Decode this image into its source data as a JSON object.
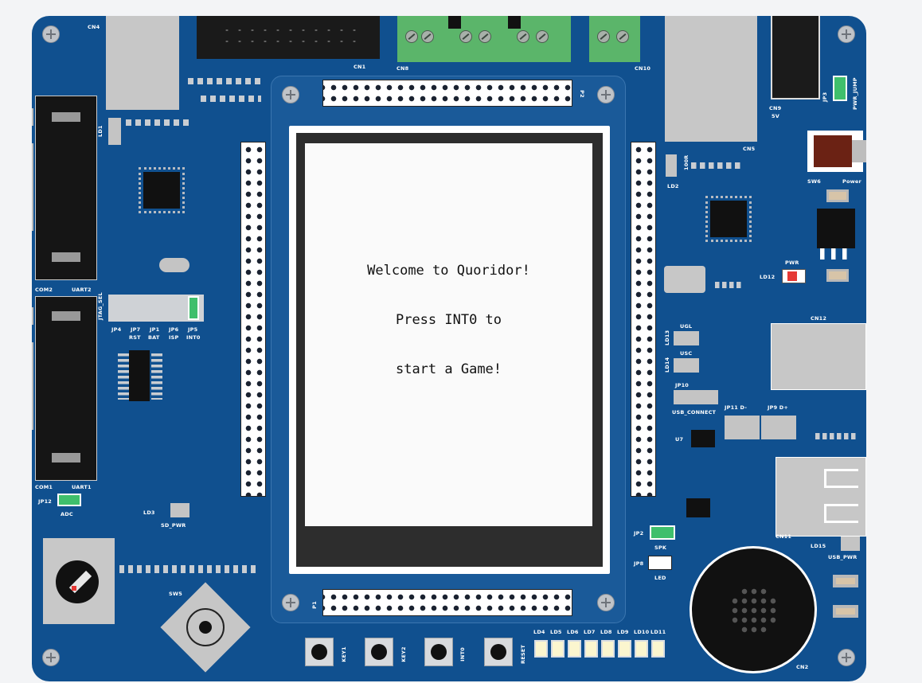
{
  "lcd": {
    "lines": [
      "Welcome to Quoridor!",
      "Press INT0 to",
      "start a Game!"
    ]
  },
  "board_labels": {
    "cn4": "CN4",
    "cn1": "CN1",
    "cn8": "CN8",
    "cn10": "CN10",
    "cn5": "CN5",
    "cn9": "CN9",
    "v5": "5V",
    "jp3": "JP3",
    "pwr_jump": "PWR_JUMP",
    "sw6": "SW6",
    "power": "Power",
    "ld1": "LD1",
    "ld2": "LD2",
    "p2": "P2",
    "p1": "P1",
    "com2": "COM2",
    "uart2": "UART2",
    "com1": "COM1",
    "uart1": "UART1",
    "jtag_sel": "JTAG_SEL",
    "jp4": "JP4",
    "jp7": "JP7",
    "jp1": "JP1",
    "jp6": "JP6",
    "jp5": "JP5",
    "rst": "RST",
    "bat": "BAT",
    "isp": "ISP",
    "int0_jp": "INT0",
    "jp12": "JP12",
    "adc": "ADC",
    "ld3": "LD3",
    "sd_pwr": "SD_PWR",
    "sw5": "SW5",
    "pwr": "PWR",
    "ld12": "LD12",
    "cn12": "CN12",
    "ld13": "LD13",
    "ugl": "UGL",
    "ld14": "LD14",
    "usc": "USC",
    "jp10": "JP10",
    "usb_connect": "USB_CONNECT",
    "jp11": "JP11 D-",
    "jp9": "JP9 D+",
    "u7": "U7",
    "cn11": "CN11",
    "jp2": "JP2",
    "spk": "SPK",
    "jp8": "JP8",
    "led": "LED",
    "ld15": "LD15",
    "usb_pwr": "USB_PWR",
    "cn2": "CN2",
    "r100": "100R",
    "key1": "KEY1",
    "key2": "KEY2",
    "int0": "INT0",
    "reset": "RESET",
    "leds": [
      "LD4",
      "LD5",
      "LD6",
      "LD7",
      "LD8",
      "LD9",
      "LD10",
      "LD11"
    ]
  }
}
